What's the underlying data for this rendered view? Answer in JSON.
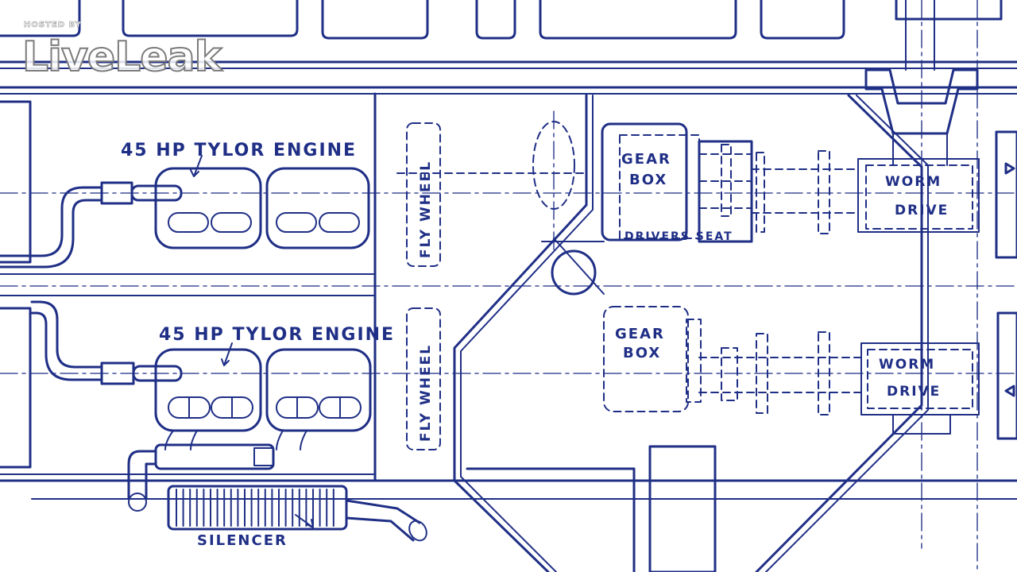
{
  "theme": {
    "ink": "#1f2f86",
    "paper": "#ffffff"
  },
  "watermark": {
    "hosted_by": "HOSTED BY",
    "brand": "LiveLeak"
  },
  "labels": {
    "engine_top": "45 HP TYLOR ENGINE",
    "engine_bottom": "45 HP TYLOR ENGINE",
    "flywheel_top": "FLY WHEEL",
    "flywheel_bottom": "FLY WHEEL",
    "gearbox_top_1": "GEAR",
    "gearbox_top_2": "BOX",
    "gearbox_bottom_1": "GEAR",
    "gearbox_bottom_2": "BOX",
    "drivers_seat": "DRIVERS SEAT",
    "worm_top_1": "WORM",
    "worm_top_2": "DRIVE",
    "worm_bottom_1": "WORM",
    "worm_bottom_2": "DRIVE",
    "silencer": "SILENCER"
  }
}
